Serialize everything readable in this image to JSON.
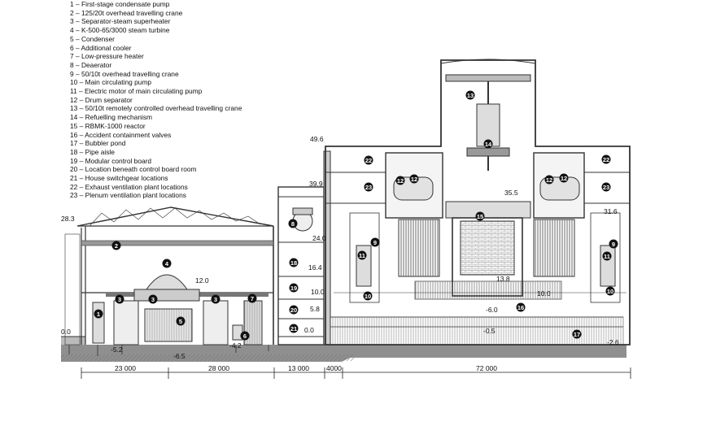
{
  "legend": [
    "1 – First-stage condensate pump",
    "2 – 125/20t overhead travelling crane",
    "3 – Separator-steam superheater",
    "4 – K-500-65/3000 steam turbine",
    "5 – Condenser",
    "6 – Additional cooler",
    "7 – Low-pressure heater",
    "8 – Deaerator",
    "9 – 50/10t overhead travelling crane",
    "10 – Main circulating pump",
    "11 – Electric motor of main circulating pump",
    "12 – Drum separator",
    "13 – 50/10t remotely controlled overhead travelling crane",
    "14 – Refuelling mechanism",
    "15 – RBMK-1000 reactor",
    "16 – Accident containment valves",
    "17 – Bubbler pond",
    "18 – Pipe aisle",
    "19 – Modular control board",
    "20 – Location beneath control board room",
    "21 – House switchgear locations",
    "22 – Exhaust ventilation plant locations",
    "23 – Plenum ventilation plant locations"
  ],
  "elevations": [
    "49.6",
    "39.9",
    "35.5",
    "31.6",
    "28.3",
    "24.0",
    "16.4",
    "13.8",
    "12.0",
    "10.0",
    "10.0",
    "5.8",
    "0.0",
    "0.0",
    "-6.0",
    "-0.5",
    "-2.6",
    "-4.2",
    "-5.2",
    "-6.5"
  ],
  "dimensions": [
    "23 000",
    "28 000",
    "13 000",
    "4000",
    "72 000"
  ],
  "markers": [
    "1",
    "2",
    "3",
    "3",
    "3",
    "4",
    "5",
    "6",
    "7",
    "8",
    "9",
    "9",
    "10",
    "10",
    "11",
    "11",
    "12",
    "12",
    "12",
    "12",
    "13",
    "14",
    "15",
    "16",
    "17",
    "18",
    "19",
    "20",
    "21",
    "22",
    "22",
    "23",
    "23"
  ]
}
